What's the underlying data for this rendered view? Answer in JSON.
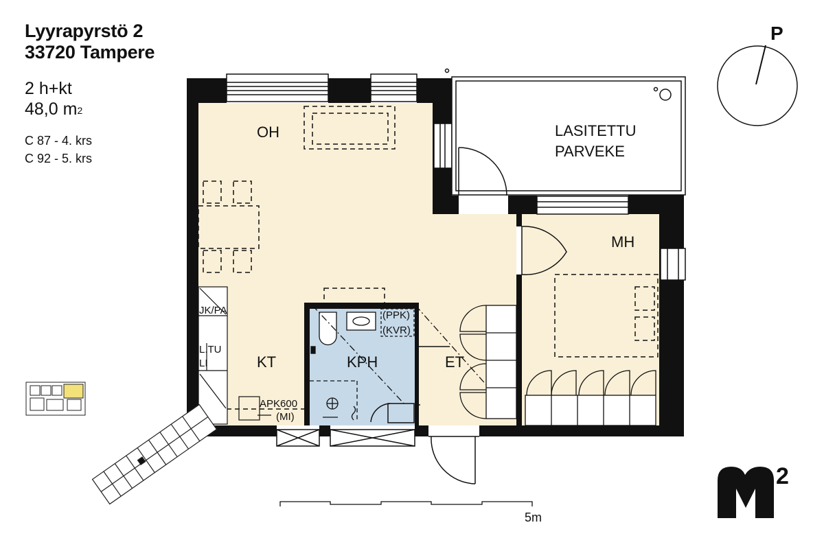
{
  "address": {
    "street": "Lyyrapyrstö 2",
    "city": "33720 Tampere"
  },
  "apartment": {
    "type": "2 h+kt",
    "area_value": "48,0 m",
    "area_unit_sup": "2"
  },
  "units": [
    "C 87 - 4. krs",
    "C 92 - 5. krs"
  ],
  "rooms": {
    "oh": "OH",
    "balcony_line1": "LASITETTU",
    "balcony_line2": "PARVEKE",
    "mh": "MH",
    "kt": "KT",
    "kph": "KPH",
    "et": "ET"
  },
  "fixtures": {
    "jkpa": "JK/PA",
    "ltu1": "L.TU",
    "ltu2": "LI",
    "ppk": "(PPK)",
    "kvr": "(KVR)",
    "apk": "APK600",
    "mi": "(MI)"
  },
  "compass_label": "P",
  "scale_label": "5m",
  "logo": {
    "letter": "M",
    "sup": "2"
  },
  "colors": {
    "wet_room": "#c6d9e8",
    "dry_room": "#faf0d7",
    "wall": "#111111",
    "highlight": "#f3e27a"
  }
}
